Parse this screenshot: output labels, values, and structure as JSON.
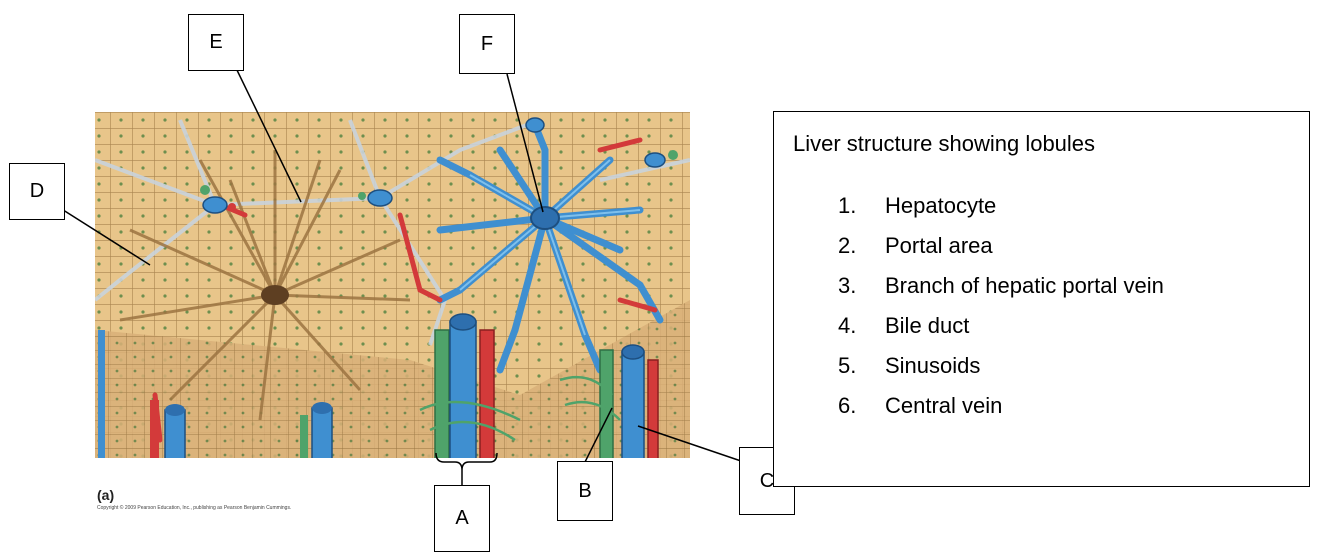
{
  "labels": {
    "A": "A",
    "B": "B",
    "C": "C",
    "D": "D",
    "E": "E",
    "F": "F"
  },
  "key": {
    "title": "Liver structure showing lobules",
    "items": [
      {
        "num": "1.",
        "text": "Hepatocyte"
      },
      {
        "num": "2.",
        "text": "Portal area"
      },
      {
        "num": "3.",
        "text": "Branch of hepatic portal vein"
      },
      {
        "num": "4.",
        "text": "Bile duct"
      },
      {
        "num": "5.",
        "text": "Sinusoids"
      },
      {
        "num": "6.",
        "text": "Central vein"
      }
    ]
  },
  "figure": {
    "panel_letter": "(a)",
    "copyright": "Copyright © 2009 Pearson Education, Inc., publishing as Pearson Benjamin Cummings."
  },
  "colors": {
    "hepatocyte": "#e8c58a",
    "cell_border": "#8b6a3a",
    "vein_blue": "#3f8fd0",
    "artery_red": "#d33a3a",
    "bile_green": "#4fa36a",
    "sinusoid": "#9c7442"
  }
}
